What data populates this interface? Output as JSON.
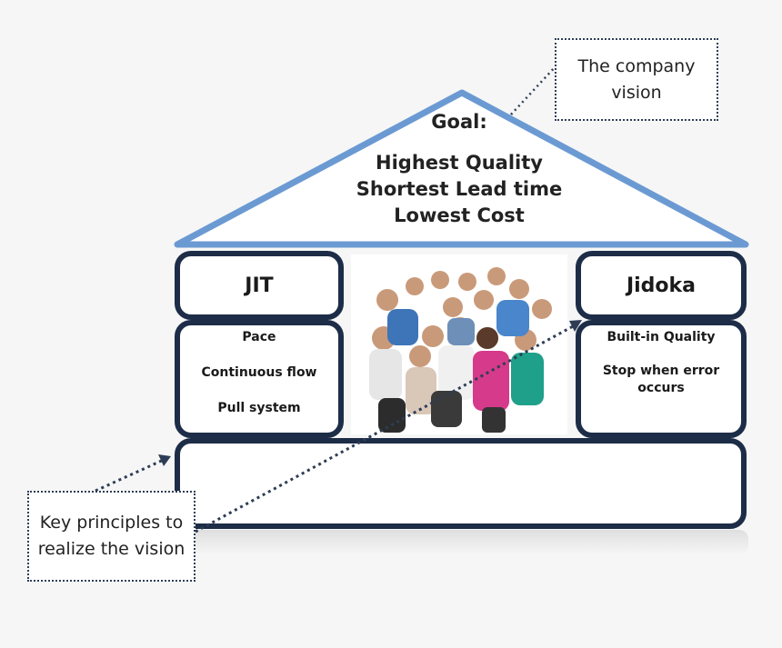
{
  "roof": {
    "goal_label": "Goal:",
    "goals": [
      "Highest Quality",
      "Shortest Lead time",
      "Lowest Cost"
    ]
  },
  "pillars": {
    "left": {
      "title": "JIT",
      "items": [
        "Pace",
        "Continuous flow",
        "Pull system"
      ]
    },
    "right": {
      "title": "Jidoka",
      "items": [
        "Built-in Quality",
        "Stop when error occurs"
      ]
    }
  },
  "callouts": {
    "vision": "The company vision",
    "principles": "Key principles to realize the vision"
  },
  "colors": {
    "roof_stroke": "#6b9ad3",
    "box_border": "#1d2d48",
    "connector": "#2e3d55"
  },
  "photo": {
    "subject": "group of people"
  }
}
